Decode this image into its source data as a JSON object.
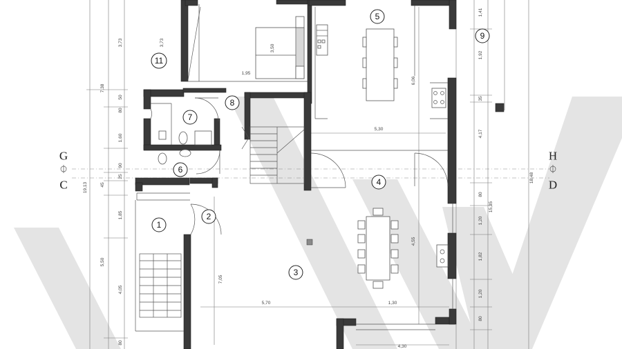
{
  "rooms": [
    "1",
    "2",
    "3",
    "4",
    "5",
    "6",
    "7",
    "8",
    "9",
    "11"
  ],
  "axes": {
    "g": "G",
    "h": "H",
    "c": "C",
    "d": "D"
  },
  "dims": {
    "d_373a": "3,73",
    "d_373b": "3,73",
    "d_738": "7,38",
    "d_50": "50",
    "d_80a": "80",
    "d_160": "1,60",
    "d_90": "90",
    "d_25": "25",
    "d_45": "45",
    "d_1913": "19,13",
    "d_185": "1,85",
    "d_550": "5,50",
    "d_405": "4,05",
    "d_80b": "80",
    "d_705": "7,05",
    "d_570": "5,70",
    "d_130a": "1,30",
    "d_430": "4,30",
    "d_530": "5,30",
    "d_350": "3,50",
    "d_195": "1,95",
    "d_606": "6,06",
    "d_455": "4,55",
    "d_141": "1,41",
    "d_192": "1,92",
    "d_35": "35",
    "d_417": "4,17",
    "d_80c": "80",
    "d_120a": "1,20",
    "d_182": "1,82",
    "d_120b": "1,20",
    "d_80d": "80",
    "d_1535": "15,35",
    "d_1848": "18,48"
  }
}
